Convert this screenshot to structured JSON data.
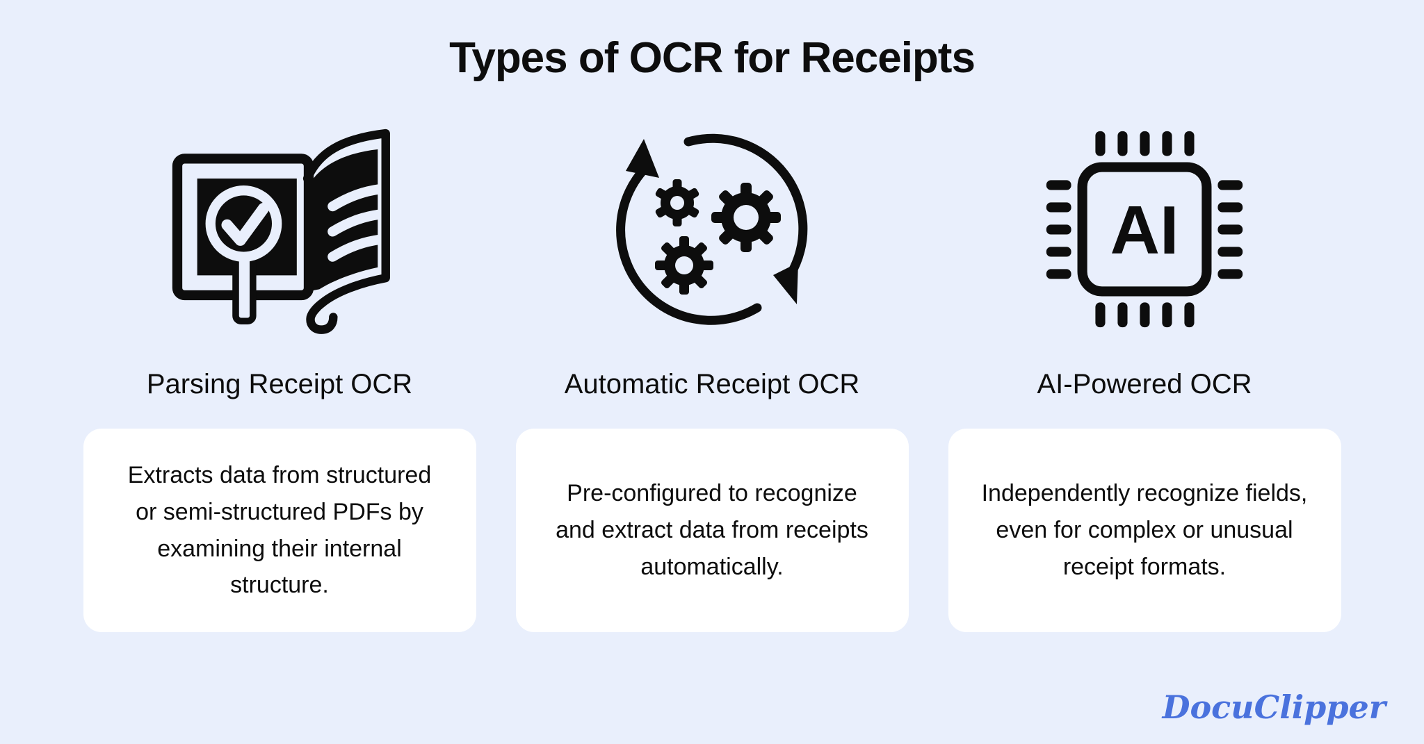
{
  "page": {
    "title": "Types of OCR for Receipts",
    "background_color": "#e9effc",
    "card_color": "#ffffff",
    "ink_color": "#0d0d0d",
    "logo_text": "DocuClipper",
    "logo_color": "#4a72dd"
  },
  "columns": [
    {
      "icon": "book-magnifier-check-icon",
      "label": "Parsing Receipt OCR",
      "description": "Extracts data from structured\nor semi-structured PDFs by\nexamining their internal\nstructure."
    },
    {
      "icon": "gears-cycle-icon",
      "label": "Automatic Receipt OCR",
      "description": "Pre-configured to recognize\nand extract data from receipts\nautomatically."
    },
    {
      "icon": "ai-chip-icon",
      "label": "AI-Powered OCR",
      "description": "Independently recognize fields,\neven for complex or unusual\nreceipt formats."
    }
  ]
}
